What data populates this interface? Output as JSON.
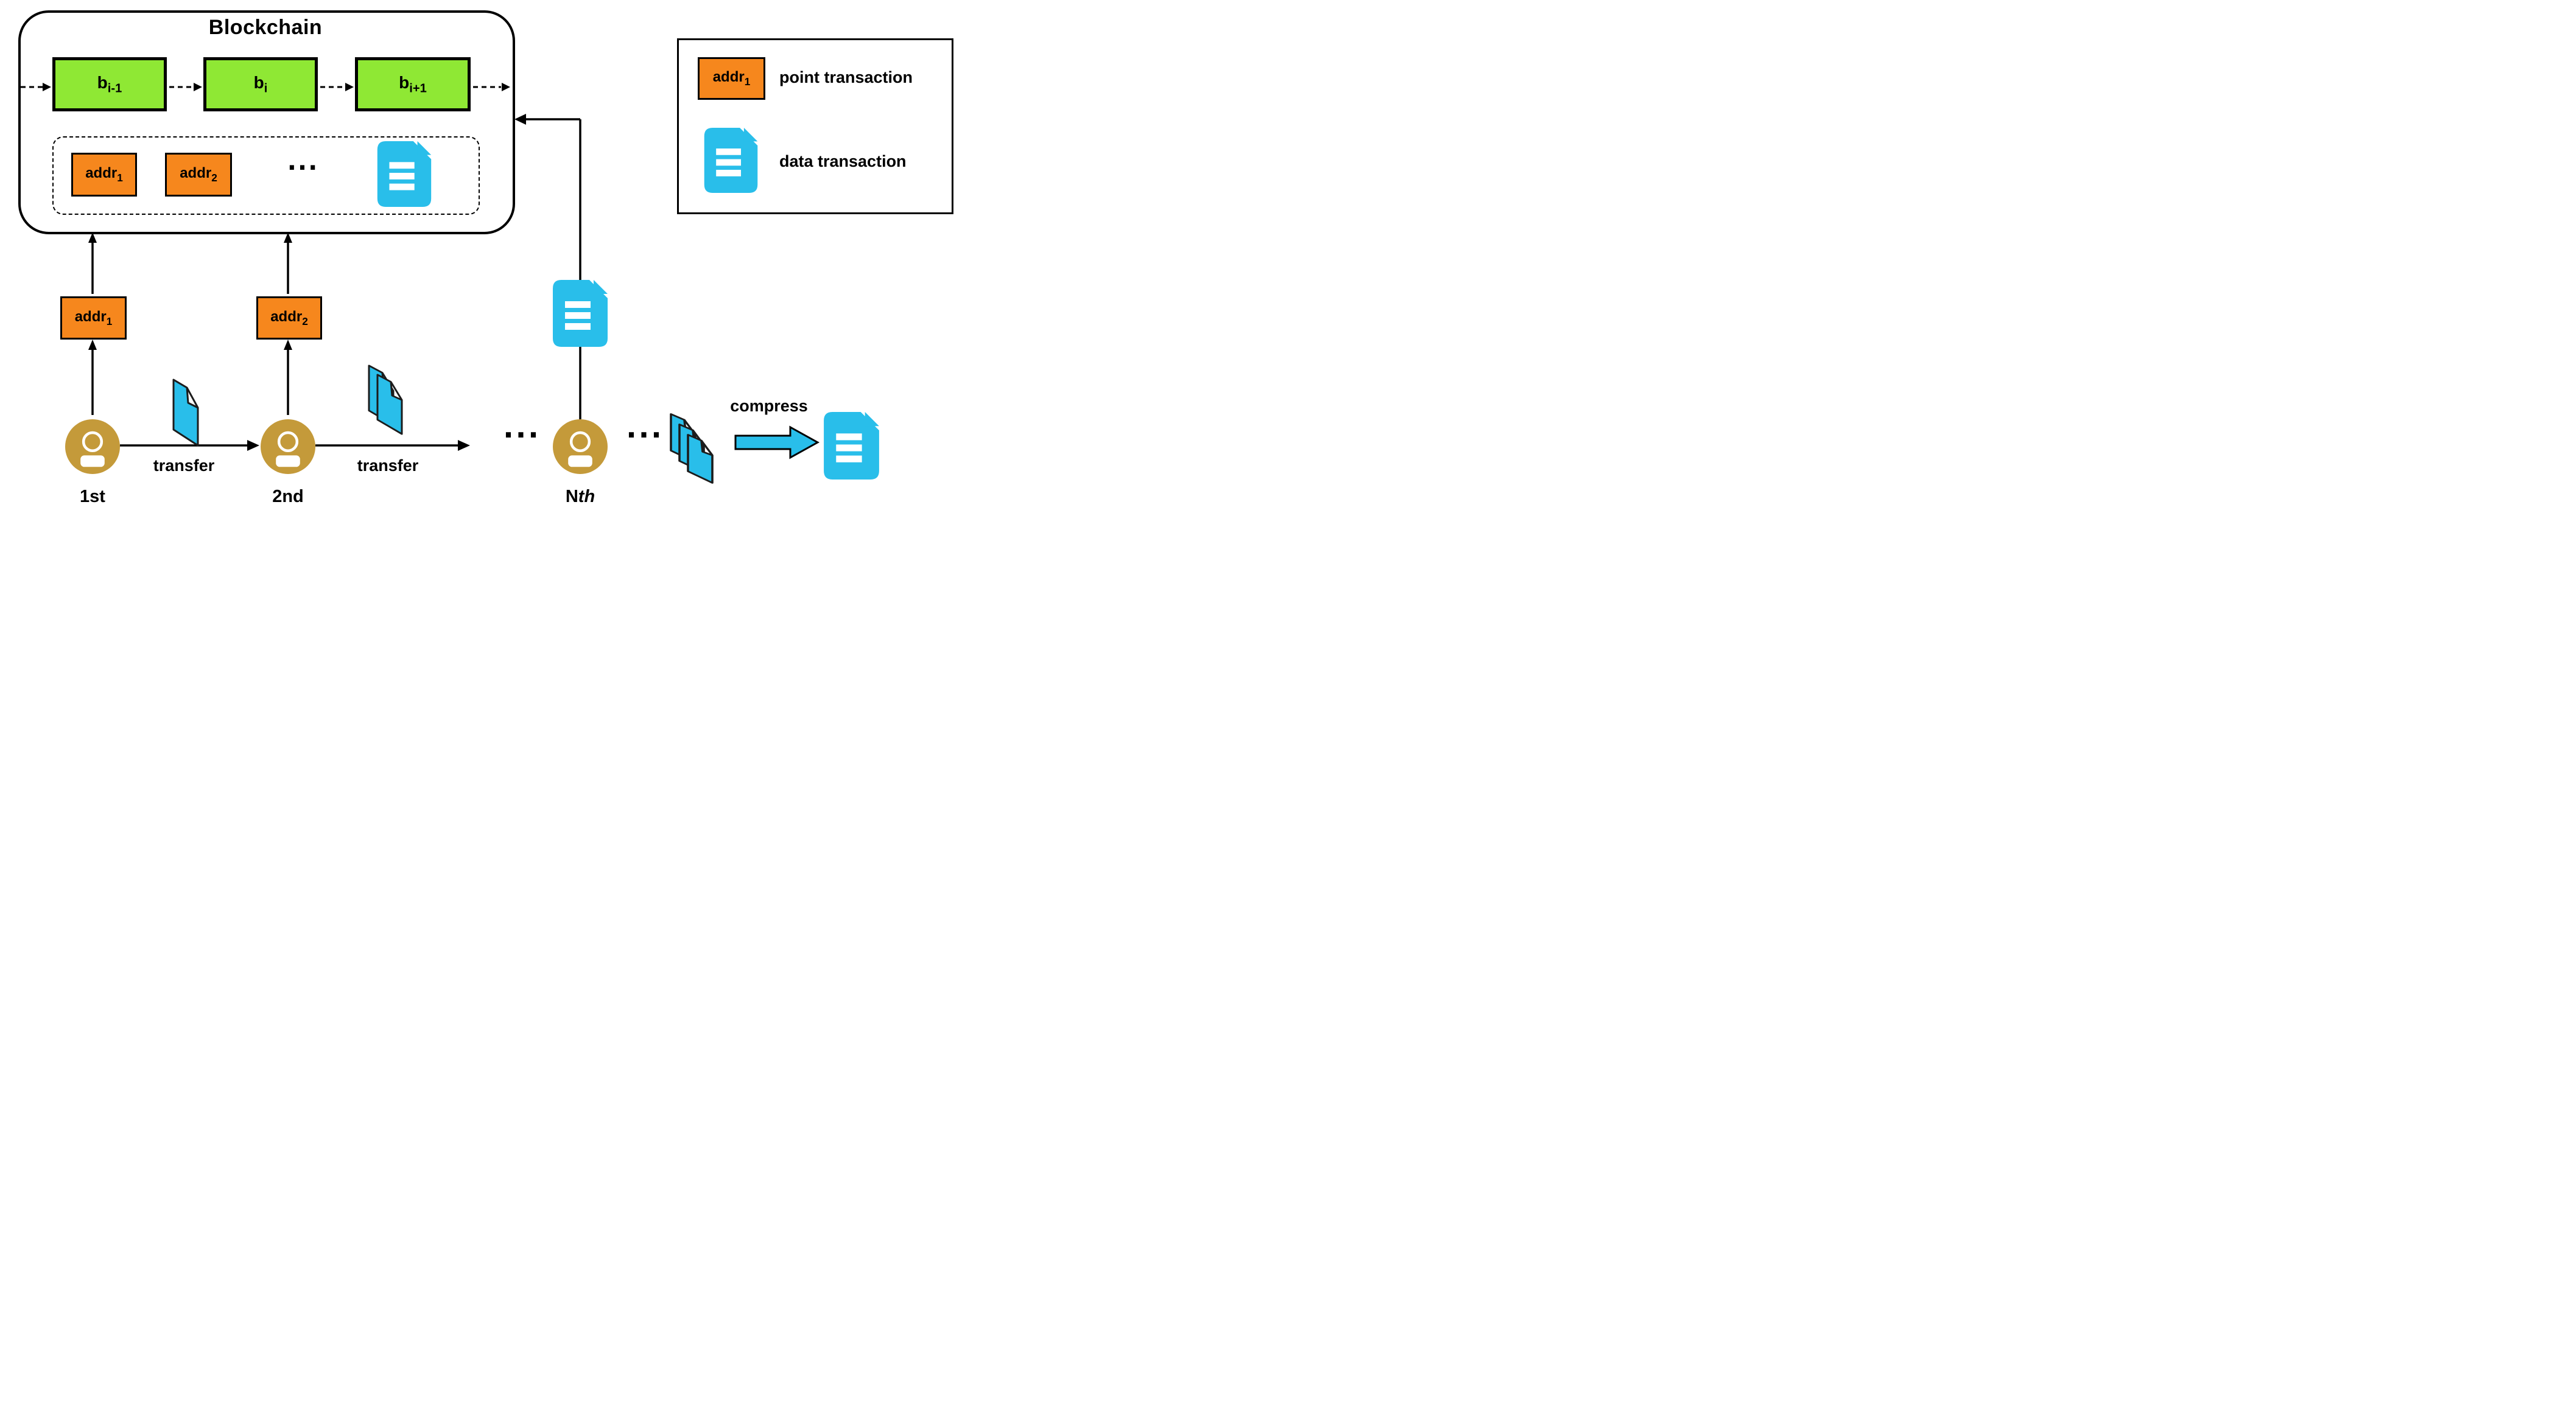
{
  "blockchain": {
    "title": "Blockchain",
    "blocks": [
      {
        "base": "b",
        "sub": "i-1"
      },
      {
        "base": "b",
        "sub": "i"
      },
      {
        "base": "b",
        "sub": "i+1"
      }
    ],
    "mempool": {
      "addr_boxes": [
        {
          "base": "addr",
          "sub": "1"
        },
        {
          "base": "addr",
          "sub": "2"
        }
      ],
      "ellipsis": "...",
      "data_doc_icon": "document-icon"
    }
  },
  "legend": {
    "point_entry": {
      "box_base": "addr",
      "box_sub": "1",
      "label": "point transaction"
    },
    "data_entry": {
      "icon": "document-icon",
      "label": "data transaction"
    }
  },
  "flow": {
    "users": [
      {
        "label": "1st",
        "addr_base": "addr",
        "addr_sub": "1"
      },
      {
        "label": "2nd",
        "addr_base": "addr",
        "addr_sub": "2"
      },
      {
        "label_main": "N",
        "label_suffix": "th"
      }
    ],
    "transfers": [
      {
        "label": "transfer"
      },
      {
        "label": "transfer"
      }
    ],
    "ellipsis_left": "...",
    "ellipsis_right": "...",
    "compress_label": "compress"
  },
  "icons": {
    "data_transaction": "document-icon",
    "user": "user-icon",
    "raw_page": "page-icon",
    "compress_arrow": "block-arrow-right-icon"
  },
  "colors": {
    "block_green": "#8FE834",
    "tx_orange": "#F6871D",
    "data_cyan": "#29BEEA",
    "user_gold": "#C49A3A",
    "line_black": "#000000"
  }
}
